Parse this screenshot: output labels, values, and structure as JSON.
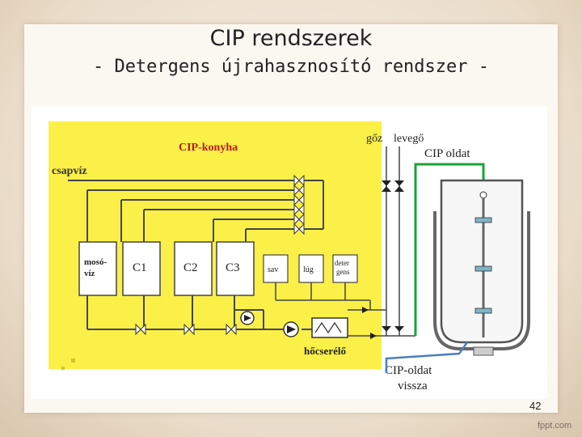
{
  "slide": {
    "title": "CIP rendszerek",
    "subtitle": "- Detergens újrahasznosító rendszer -",
    "page_number": "42",
    "watermark": "fppt.com"
  },
  "diagram": {
    "kitchen_label": "CIP-konyha",
    "tap_water_label": "csapvíz",
    "steam_label": "gőz",
    "air_label": "levegő",
    "cip_solution_label": "CIP oldat",
    "cip_return_label_1": "CIP-oldat",
    "cip_return_label_2": "vissza",
    "heat_exchanger_label": "hőcserélő",
    "tanks": [
      {
        "line1": "mosó-",
        "line2": "víz"
      },
      {
        "line1": "C1",
        "line2": ""
      },
      {
        "line1": "C2",
        "line2": ""
      },
      {
        "line1": "C3",
        "line2": ""
      }
    ],
    "dosing_tanks": [
      {
        "line1": "sav",
        "line2": ""
      },
      {
        "line1": "lúg",
        "line2": ""
      },
      {
        "line1": "deter",
        "line2": "gens"
      }
    ],
    "colors": {
      "kitchen_fill": "#fbf048",
      "kitchen_title": "#c0161c",
      "supply_line": "#1aa33a",
      "return_line": "#4a7fc1",
      "pipe": "#444444"
    }
  }
}
